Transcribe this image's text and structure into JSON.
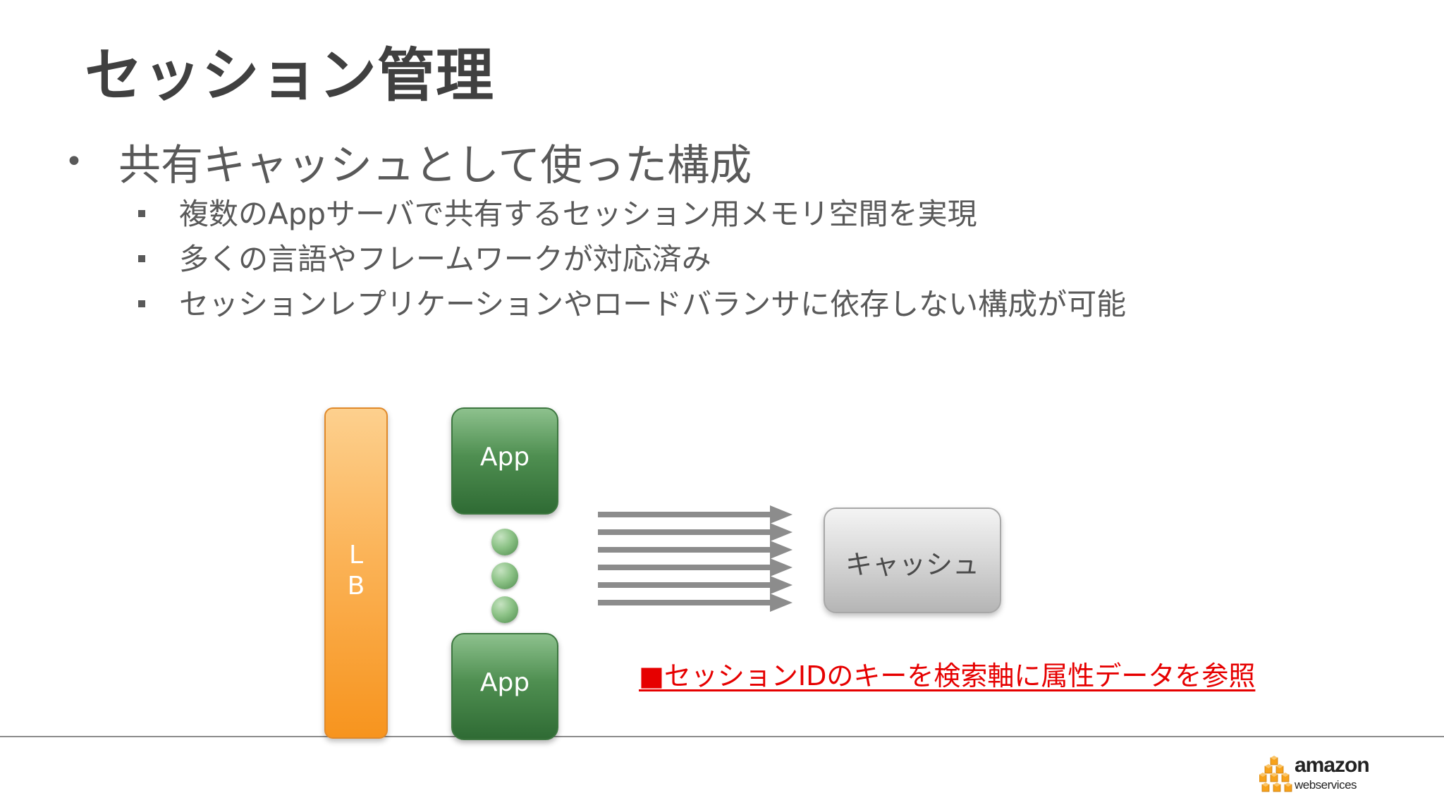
{
  "slide": {
    "title": "セッション管理",
    "main_bullet": "共有キャッシュとして使った構成",
    "sub_bullets": [
      "複数のAppサーバで共有するセッション用メモリ空間を実現",
      "多くの言語やフレームワークが対応済み",
      "セッションレプリケーションやロードバランサに依存しない構成が可能"
    ]
  },
  "diagram": {
    "lb_label": "L\nB",
    "app_top_label": "App",
    "app_bottom_label": "App",
    "cache_label": "キャッシュ",
    "arrow_count": 6,
    "note": "■セッションIDのキーを検索軸に属性データを参照",
    "colors": {
      "lb": "#f7941e",
      "app": "#4f8f51",
      "cache": "#c8c8c8",
      "arrow": "#8c8c8c",
      "note": "#e60000"
    }
  },
  "logo": {
    "word": "amazon",
    "sub": "webservices",
    "cube_color": "#f7a21b"
  }
}
